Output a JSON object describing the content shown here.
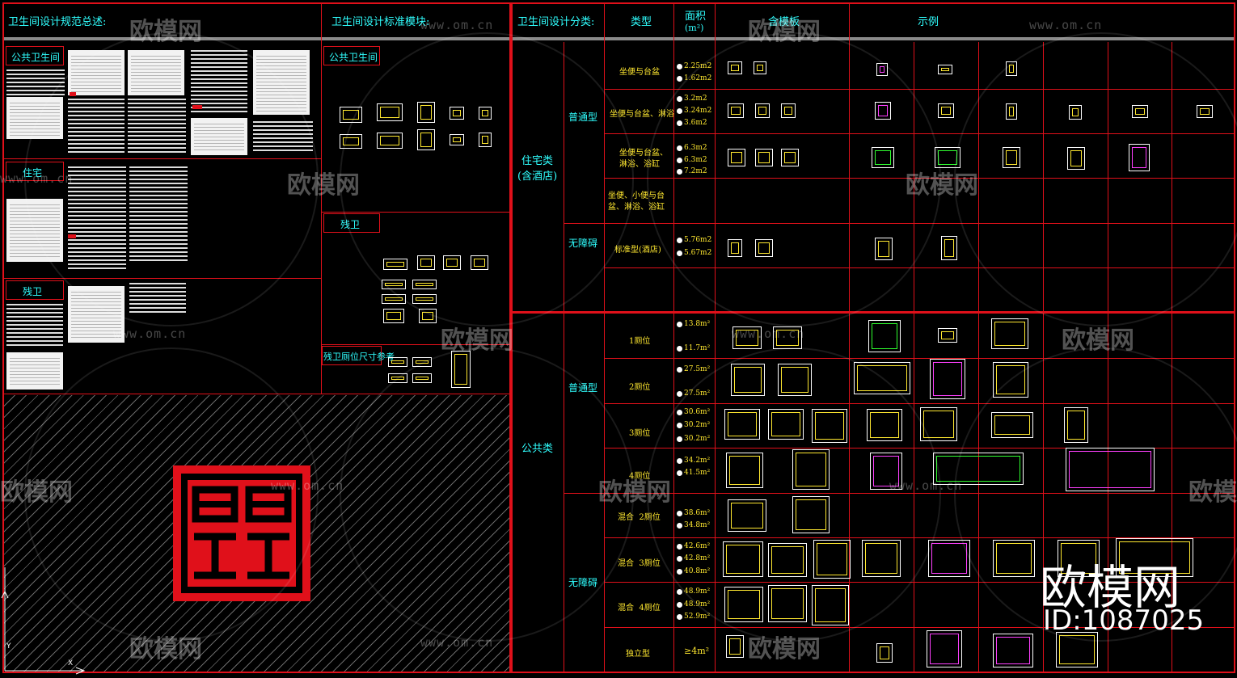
{
  "left_panel": {
    "title": "卫生间设计规范总述:",
    "sections": {
      "public": "公共卫生间",
      "residential": "住宅",
      "accessible": "残卫"
    }
  },
  "middle_panel": {
    "title": "卫生间设计标准模块:",
    "sections": {
      "public": "公共卫生间",
      "accessible": "残卫",
      "accessible_ref": "残卫厕位尺寸参考"
    }
  },
  "right_panel": {
    "title": "卫生间设计分类:",
    "headers": {
      "type": "类型",
      "area": "面积",
      "area_unit": "(m²)",
      "module": "含模板",
      "example": "示例"
    },
    "residential": {
      "category": "住宅类",
      "category_sub": "(含酒店)",
      "groups": [
        {
          "name": "普通型",
          "rows": [
            {
              "type": "坐便与台盆",
              "areas": [
                "2.25m2",
                "1.62m2"
              ]
            },
            {
              "type": "坐便与台盆、淋浴",
              "areas": [
                "3.2m2",
                "3.24m2",
                "3.6m2"
              ]
            },
            {
              "type": "坐便与台盆、淋浴、浴缸",
              "areas": [
                "6.3m2",
                "6.3m2",
                "7.2m2"
              ]
            },
            {
              "type": "坐便、小便与台盆、淋浴、浴缸",
              "areas": []
            }
          ]
        },
        {
          "name": "无障碍",
          "rows": [
            {
              "type": "标准型(酒店)",
              "areas": [
                "5.76m2",
                "5.67m2"
              ]
            }
          ]
        }
      ]
    },
    "public": {
      "category": "公共类",
      "groups": [
        {
          "name": "普通型",
          "rows": [
            {
              "type": "1厕位",
              "areas": [
                "13.8m²",
                "11.7m²"
              ]
            },
            {
              "type": "2厕位",
              "areas": [
                "27.5m²",
                "27.5m²"
              ]
            },
            {
              "type": "3厕位",
              "areas": [
                "30.6m²",
                "30.2m²",
                "30.2m²"
              ]
            },
            {
              "type": "4厕位",
              "areas": [
                "34.2m²",
                "41.5m²"
              ]
            }
          ]
        },
        {
          "name": "无障碍",
          "rows": [
            {
              "type": "混合  2厕位",
              "areas": [
                "38.6m²",
                "34.8m²"
              ]
            },
            {
              "type": "混合  3厕位",
              "areas": [
                "42.6m²",
                "42.8m²",
                "40.8m²"
              ]
            },
            {
              "type": "混合  4厕位",
              "areas": [
                "48.9m²",
                "48.9m²",
                "52.9m²"
              ]
            },
            {
              "type": "独立型",
              "areas": [
                "≥4m²"
              ]
            }
          ]
        }
      ]
    }
  },
  "watermark": {
    "brand": "欧模网",
    "url": "www.om.cn",
    "id": "ID:1087025"
  },
  "colors": {
    "frame": "#e0101a",
    "label": "#30ffff",
    "text": "#ffe830",
    "background": "#000000"
  },
  "icons": [
    "ucs-axis-icon",
    "logo-seal-icon"
  ]
}
